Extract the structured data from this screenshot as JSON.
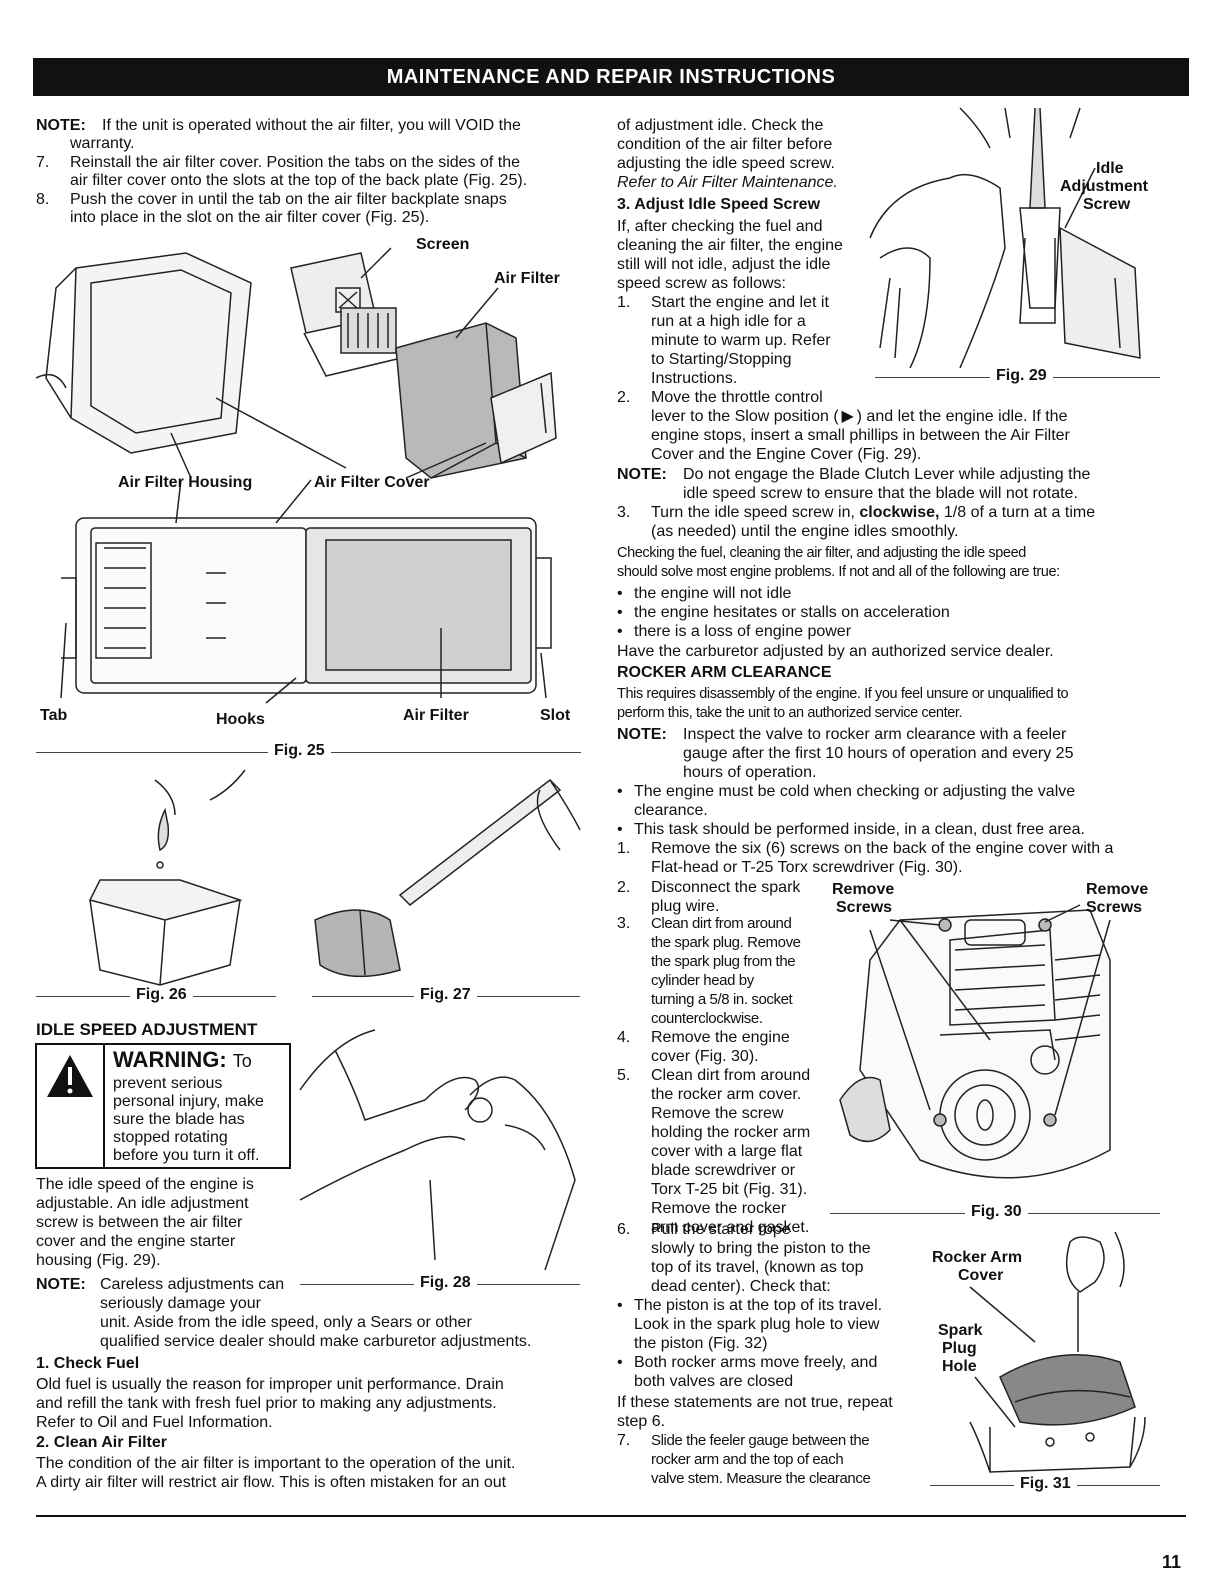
{
  "header": {
    "title": "MAINTENANCE AND REPAIR INSTRUCTIONS"
  },
  "left": {
    "note1_label": "NOTE:",
    "note1_l1": "If the unit is operated without the air filter, you will VOID the",
    "note1_l2": "warranty.",
    "step7_num": "7.",
    "step7_l1": "Reinstall the air filter cover. Position the tabs on the sides of the",
    "step7_l2": "air filter cover onto the slots at the top of the back plate (Fig. 25).",
    "step8_num": "8.",
    "step8_l1": "Push the cover in until the tab on the air filter backplate snaps",
    "step8_l2": "into place in the slot on the air filter cover (Fig. 25).",
    "fig25_labels": {
      "screen": "Screen",
      "air_filter_top": "Air Filter",
      "housing": "Air Filter Housing",
      "cover": "Air Filter Cover",
      "tab": "Tab",
      "hooks": "Hooks",
      "air_filter_bottom": "Air Filter",
      "slot": "Slot"
    },
    "fig25": "Fig. 25",
    "fig26": "Fig. 26",
    "fig27": "Fig. 27",
    "idle_heading": "IDLE SPEED ADJUSTMENT",
    "warning_title": "WARNING:",
    "warning_l1": "To",
    "warning_l2": "prevent serious",
    "warning_l3": "personal injury, make",
    "warning_l4": "sure the blade has",
    "warning_l5": "stopped rotating",
    "warning_l6": "before you turn it off.",
    "idle_p1": [
      "The idle speed of the engine is",
      "adjustable. An idle adjustment",
      "screw is between the air filter",
      "cover and the engine starter",
      "housing (Fig. 29)."
    ],
    "fig28": "Fig. 28",
    "note2_label": "NOTE:",
    "note2_l1": "Careless adjustments can",
    "note2_l2": "seriously damage your",
    "note2_l3": "unit. Aside from the idle speed, only a Sears or other",
    "note2_l4": "qualified service dealer should make carburetor adjustments.",
    "check_fuel_heading": "1. Check Fuel",
    "check_fuel": [
      "Old fuel is usually the reason for improper unit performance. Drain",
      "and refill the tank with fresh fuel prior to making any adjustments.",
      "Refer to Oil and Fuel Information."
    ],
    "clean_filter_heading": "2. Clean Air Filter",
    "clean_filter": [
      "The condition of the air filter is important to the operation of the unit.",
      "A dirty air filter will restrict air flow. This is often mistaken for an out"
    ]
  },
  "right": {
    "intro": [
      "of adjustment idle. Check the",
      "condition of the air filter before",
      "adjusting the idle speed screw."
    ],
    "intro_italic": "Refer to Air Filter Maintenance.",
    "adjust_heading": "3. Adjust Idle Speed Screw",
    "adjust_p": [
      "If, after checking the fuel and",
      "cleaning the air filter, the engine",
      "still will not idle, adjust the idle",
      "speed screw as follows:"
    ],
    "s1_num": "1.",
    "s1": [
      "Start the engine and let it",
      "run at a high idle for a",
      "minute to warm up. Refer",
      "to Starting/Stopping",
      "Instructions."
    ],
    "fig29_labels": [
      "Idle",
      "Adjustment",
      "Screw"
    ],
    "fig29": "Fig. 29",
    "s2_num": "2.",
    "s2_l1": "Move the throttle control",
    "s2_l2a": "lever to the Slow position (",
    "s2_l2b": ") and let the engine idle. If the",
    "s2_l3": "engine stops, insert a small phillips in between the Air Filter",
    "s2_l4": "Cover and the Engine Cover (Fig. 29).",
    "note3_label": "NOTE:",
    "note3_l1": "Do not engage the Blade Clutch Lever while adjusting the",
    "note3_l2": "idle speed screw to ensure that the blade will not rotate.",
    "s3_num": "3.",
    "s3_l1a": "Turn the idle speed screw in, ",
    "s3_l1b": "clockwise,",
    "s3_l1c": " 1/8 of a turn at a time",
    "s3_l2": "(as needed) until the engine idles smoothly.",
    "checking_l1": "Checking the fuel, cleaning the air filter, and adjusting the idle speed",
    "checking_l2": "should solve most engine problems. If not and all of the following are true:",
    "bullets1": [
      "the engine will not idle",
      "the engine hesitates or stalls on acceleration",
      "there is a loss of engine power"
    ],
    "have": "Have the carburetor adjusted by an authorized service dealer.",
    "rocker_heading": "ROCKER ARM CLEARANCE",
    "rocker_l1": "This requires disassembly of the engine. If you feel unsure or unqualified to",
    "rocker_l2": "perform this, take the unit to an authorized service center.",
    "note4_label": "NOTE:",
    "note4": [
      "Inspect the valve to rocker arm clearance with a feeler",
      "gauge after the first 10 hours of operation and every 25",
      "hours of operation."
    ],
    "b_cold": [
      "The engine must be cold when checking or adjusting the valve",
      "clearance."
    ],
    "b_inside": "This task should be performed inside, in a clean, dust free area.",
    "r1_num": "1.",
    "r1": [
      "Remove the six (6) screws on the back of the engine cover with a",
      "Flat-head or T-25 Torx screwdriver (Fig. 30)."
    ],
    "r2_num": "2.",
    "r2": [
      "Disconnect the spark",
      "plug wire."
    ],
    "r3_num": "3.",
    "r3": [
      "Clean dirt from around",
      "the spark plug. Remove",
      "the spark plug from the",
      "cylinder head by",
      "turning a 5/8 in. socket",
      "counterclockwise."
    ],
    "r4_num": "4.",
    "r4": [
      "Remove the engine",
      "cover (Fig. 30)."
    ],
    "r5_num": "5.",
    "r5": [
      "Clean dirt from around",
      "the rocker arm cover.",
      "Remove the screw",
      "holding the rocker arm",
      "cover with a large flat",
      "blade screwdriver or",
      "Torx T-25 bit (Fig. 31).",
      "Remove the rocker",
      "arm cover and gasket."
    ],
    "fig30_labels": {
      "remove_left_1": "Remove",
      "remove_left_2": "Screws",
      "remove_right_1": "Remove",
      "remove_right_2": "Screws"
    },
    "fig30": "Fig. 30",
    "r6_num": "6.",
    "r6": [
      "Pull the starter rope",
      "slowly to bring the piston to the",
      "top of its travel, (known as top",
      "dead center). Check that:"
    ],
    "fig31_labels": {
      "rocker_1": "Rocker Arm",
      "rocker_2": "Cover",
      "spark_1": "Spark",
      "spark_2": "Plug",
      "spark_3": "Hole"
    },
    "b_piston": [
      "The piston is at the top of its travel.",
      "Look in the spark plug hole to view",
      "the piston (Fig. 32)"
    ],
    "b_rocker": [
      "Both rocker arms move freely, and",
      "both valves are closed"
    ],
    "if_not": [
      "If these statements are not true, repeat",
      "step 6."
    ],
    "r7_num": "7.",
    "r7": [
      "Slide the feeler gauge between the",
      "rocker arm and the top of each",
      "valve stem. Measure the clearance"
    ],
    "fig31": "Fig. 31"
  },
  "footer": {
    "page": "11"
  }
}
